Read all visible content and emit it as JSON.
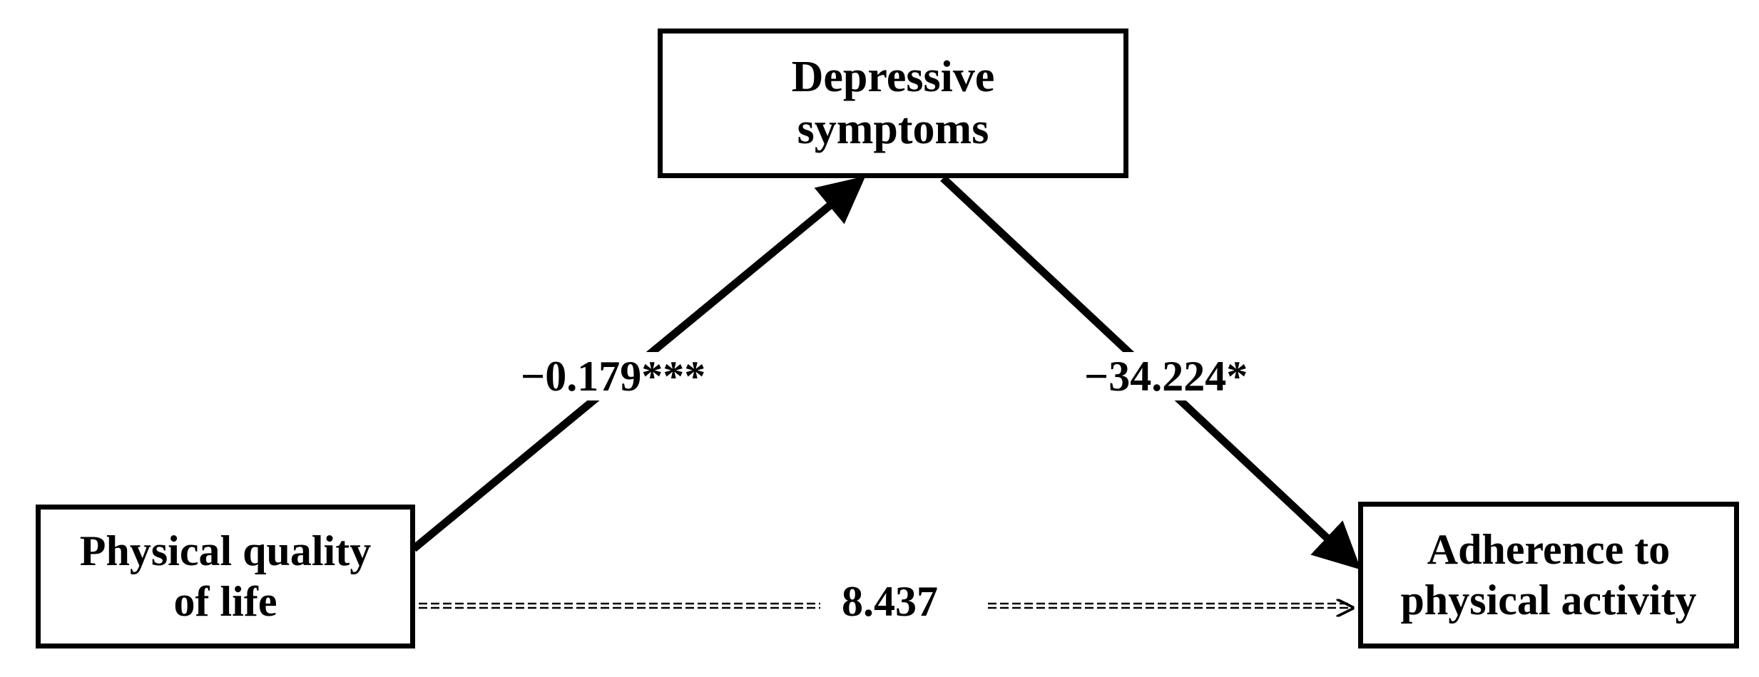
{
  "nodes": {
    "mediator": "Depressive\nsymptoms",
    "predictor": "Physical quality\nof life",
    "outcome": "Adherence to\nphysical activity"
  },
  "paths": {
    "a": {
      "label": "−0.179***",
      "from": "predictor",
      "to": "mediator",
      "style": "solid"
    },
    "b": {
      "label": "−34.224*",
      "from": "mediator",
      "to": "outcome",
      "style": "solid"
    },
    "c": {
      "label": "8.437",
      "from": "predictor",
      "to": "outcome",
      "style": "dashed"
    }
  }
}
